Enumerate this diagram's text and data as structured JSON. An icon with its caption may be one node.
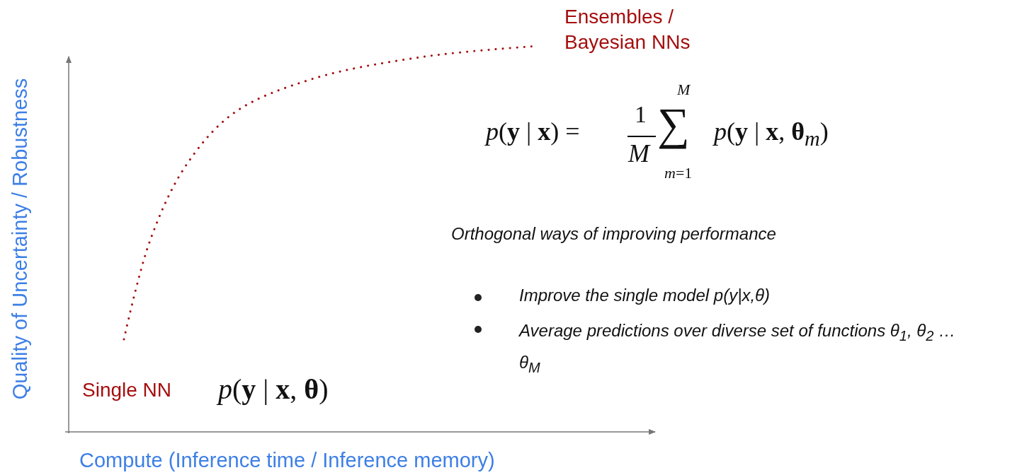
{
  "diagram": {
    "labels": [
      "Ensembles / Bayesian NNs",
      "*p*(**y** | **x**) =",
      "1",
      "*M*",
      "∑",
      "*M*",
      "*m*=1",
      "*p*(**y** | **x**, **θ**$_{m}$)",
      "Orthogonal ways of improving performance",
      "Improve the single model p(y|x,θ)",
      "Average predictions over diverse set of functions θ$_{1}$, θ$_{2}$ … θ$_{M}$",
      "Single NN",
      "*p*(**y** | **x**, **θ**)",
      "Quality of Uncertainty / Robustness",
      "Compute (Inference time / Inference memory)"
    ]
  }
}
